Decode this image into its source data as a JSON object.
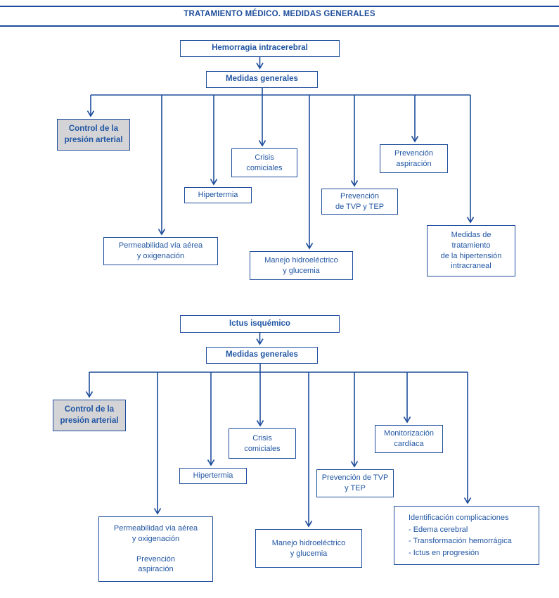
{
  "header": {
    "title": "TRATAMIENTO MÉDICO. MEDIDAS GENERALES"
  },
  "colors": {
    "line_blue": "#1e4d9b",
    "text_blue": "#2156a3",
    "shaded_box_gray": "#d4d4d6"
  },
  "diagram1": {
    "root_label": "Hemorragia intracerebral",
    "general_label": "Medidas generales",
    "nodes": {
      "control": "Control de la\npresión arterial",
      "permeabilidad": "Permeabilidad vía aérea\ny oxigenación",
      "hipertermia": "Hipertermia",
      "crisis": "Crisis\ncomiciales",
      "manejo": "Manejo hidroeléctrico\ny glucemia",
      "tvp": "Prevención\nde TVP y TEP",
      "aspiracion": "Prevención\naspiración",
      "hipertension": "Medidas de\ntratamiento\nde la hipertensión\nintracraneal"
    }
  },
  "diagram2": {
    "root_label": "Ictus isquémico",
    "general_label": "Medidas generales",
    "nodes": {
      "control": "Control de la\npresión arterial",
      "permeabilidad_aspiracion": "Permeabilidad vía aérea\ny oxigenación\n\nPrevención\naspiración",
      "hipertermia": "Hipertermia",
      "crisis": "Crisis\ncomiciales",
      "manejo": "Manejo hidroeléctrico\ny glucemia",
      "tvp": "Prevención de TVP\ny TEP",
      "monitorizacion": "Monitorización\ncardíaca",
      "complicaciones": "Identificación complicaciones\n- Edema cerebral\n- Transformación hemorrágica\n- Ictus en progresión"
    }
  }
}
